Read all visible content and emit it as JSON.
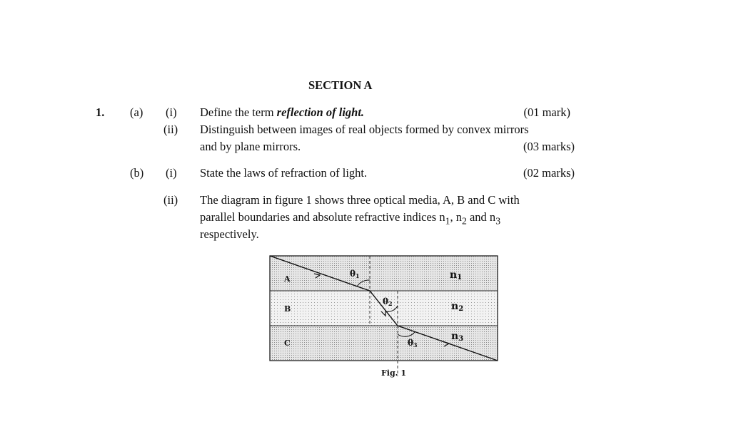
{
  "section_title": "SECTION A",
  "question_number": "1.",
  "part_a": {
    "label": "(a)",
    "i": {
      "label": "(i)",
      "text_prefix": "Define the term ",
      "term": "reflection of light.",
      "marks": "(01 mark)"
    },
    "ii": {
      "label": "(ii)",
      "line1": "Distinguish between images of real objects formed by convex mirrors",
      "line2": "and by plane mirrors.",
      "marks": "(03 marks)"
    }
  },
  "part_b": {
    "label": "(b)",
    "i": {
      "label": "(i)",
      "text": "State the laws of refraction of light.",
      "marks": "(02 marks)"
    },
    "ii": {
      "label": "(ii)",
      "line1": "The diagram in figure 1 shows three optical media, A, B and C with",
      "line2_prefix": "parallel boundaries and absolute refractive indices n",
      "sub1": "1",
      "mid1": ", n",
      "sub2": "2",
      "mid2": " and n",
      "sub3": "3",
      "line3": "respectively."
    }
  },
  "figure": {
    "caption": "Fig. 1",
    "media": [
      "A",
      "B",
      "C"
    ],
    "indices": [
      {
        "n": "n",
        "sub": "1"
      },
      {
        "n": "n",
        "sub": "2"
      },
      {
        "n": "n",
        "sub": "3"
      }
    ],
    "angles": [
      {
        "t": "θ",
        "sub": "1"
      },
      {
        "t": "θ",
        "sub": "2"
      },
      {
        "t": "θ",
        "sub": "3"
      }
    ]
  }
}
